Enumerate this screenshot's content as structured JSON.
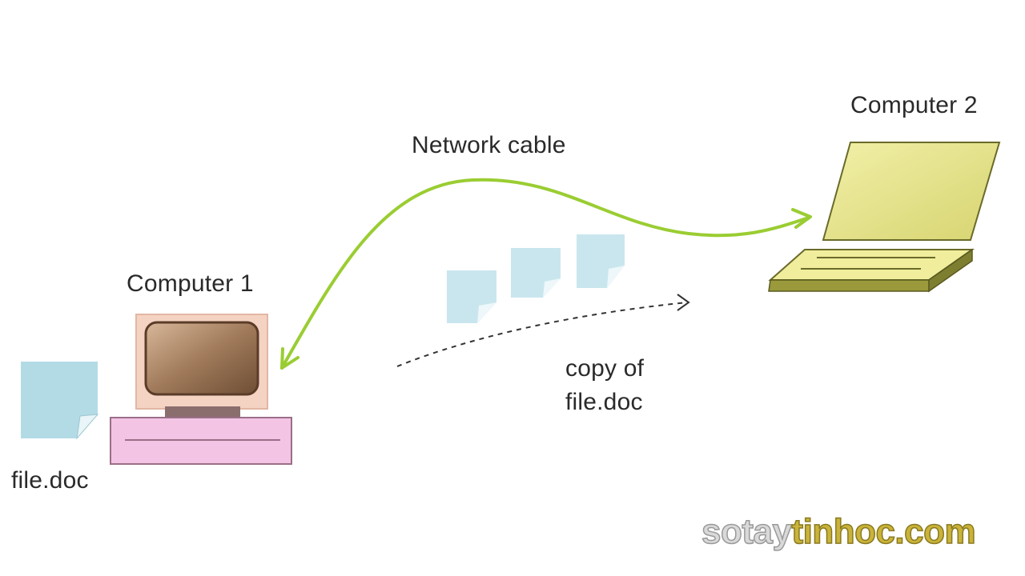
{
  "labels": {
    "computer_1": "Computer 1",
    "computer_2": "Computer 2",
    "network_cable": "Network cable",
    "file_doc": "file.doc",
    "copy_of_line1": "copy of",
    "copy_of_line2": "file.doc"
  },
  "watermark": {
    "part1": "sotay",
    "part2": "tinhoc.com"
  },
  "colors": {
    "cable": "#9acd32",
    "document": "#b3dbe6",
    "desktop_frame": "#f2c8b8",
    "desktop_screen": "#9b7252",
    "desktop_keyboard": "#f0c0e0",
    "laptop": "#e8e68a"
  },
  "icons": [
    "document-icon",
    "desktop-computer-icon",
    "laptop-icon",
    "cable-arrow",
    "transfer-arrow"
  ]
}
